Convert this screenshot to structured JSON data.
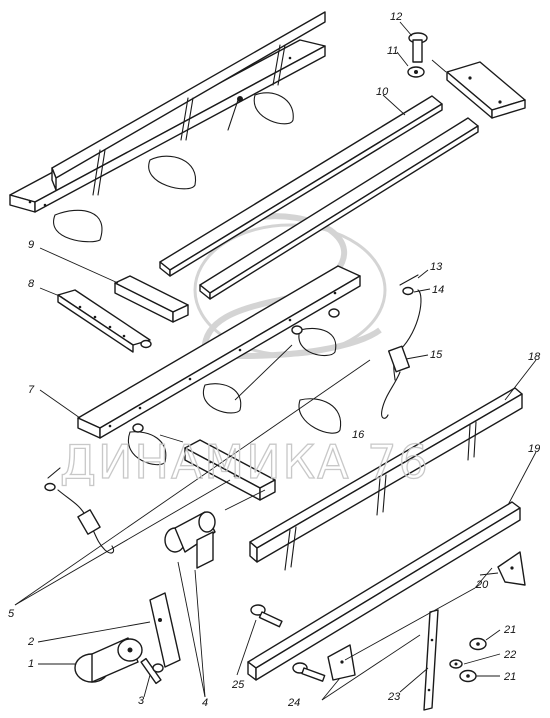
{
  "watermark": {
    "text": "ДИНАМИКА 76",
    "logo": "stylized-2-emblem",
    "color": "#c8c8c8"
  },
  "callouts": [
    "1",
    "2",
    "3",
    "4",
    "5",
    "7",
    "8",
    "9",
    "10",
    "11",
    "12",
    "13",
    "14",
    "15",
    "16",
    "18",
    "19",
    "20",
    "21",
    "22",
    "21",
    "23",
    "24",
    "25"
  ],
  "colors": {
    "line": "#1a1a1a",
    "background": "#ffffff"
  }
}
